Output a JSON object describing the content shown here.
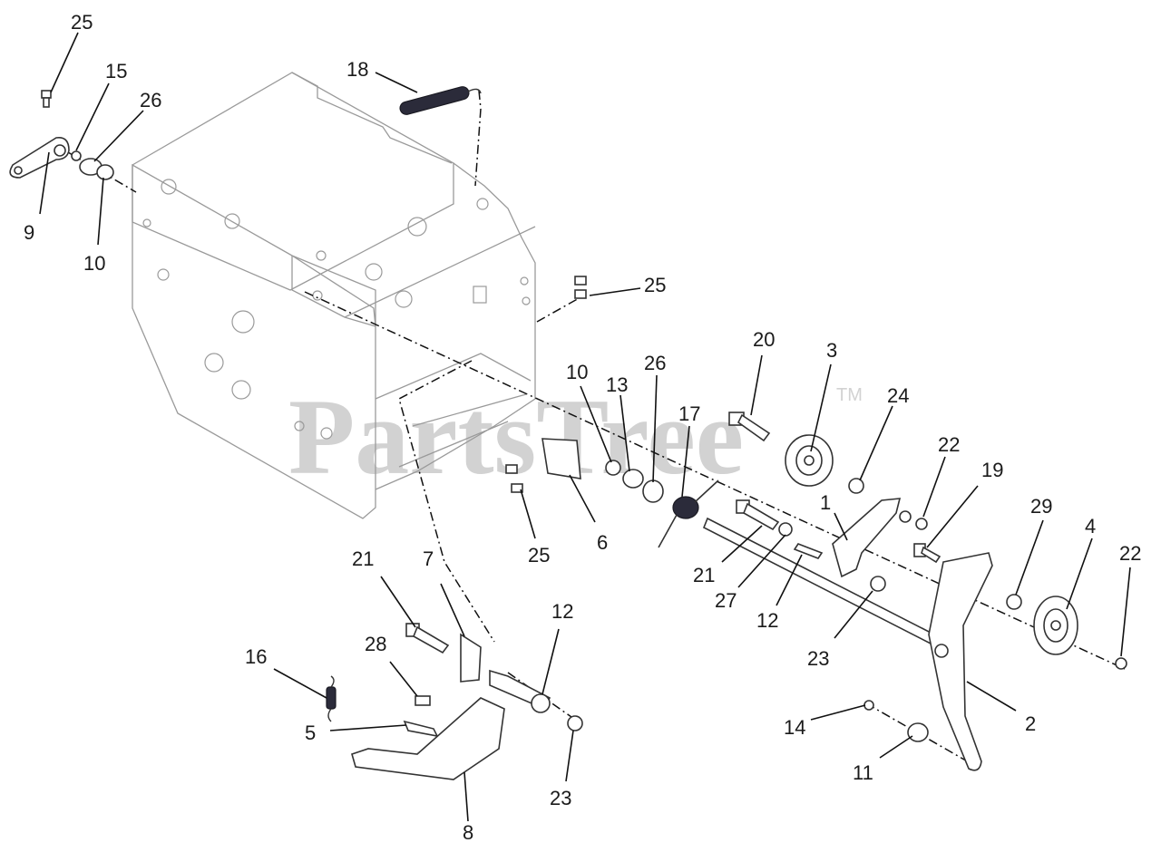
{
  "watermark": {
    "text": "PartsTree",
    "trademark": "TM"
  },
  "callouts": [
    {
      "id": "c25a",
      "text": "25"
    },
    {
      "id": "c15",
      "text": "15"
    },
    {
      "id": "c26a",
      "text": "26"
    },
    {
      "id": "c9",
      "text": "9"
    },
    {
      "id": "c10a",
      "text": "10"
    },
    {
      "id": "c18",
      "text": "18"
    },
    {
      "id": "c25b",
      "text": "25"
    },
    {
      "id": "c20",
      "text": "20"
    },
    {
      "id": "c3",
      "text": "3"
    },
    {
      "id": "c24",
      "text": "24"
    },
    {
      "id": "c10b",
      "text": "10"
    },
    {
      "id": "c13",
      "text": "13"
    },
    {
      "id": "c26b",
      "text": "26"
    },
    {
      "id": "c17",
      "text": "17"
    },
    {
      "id": "c22a",
      "text": "22"
    },
    {
      "id": "c19",
      "text": "19"
    },
    {
      "id": "c1",
      "text": "1"
    },
    {
      "id": "c29",
      "text": "29"
    },
    {
      "id": "c4",
      "text": "4"
    },
    {
      "id": "c22b",
      "text": "22"
    },
    {
      "id": "c6",
      "text": "6"
    },
    {
      "id": "c25c",
      "text": "25"
    },
    {
      "id": "c21a",
      "text": "21"
    },
    {
      "id": "c27",
      "text": "27"
    },
    {
      "id": "c12a",
      "text": "12"
    },
    {
      "id": "c23a",
      "text": "23"
    },
    {
      "id": "c2",
      "text": "2"
    },
    {
      "id": "c14",
      "text": "14"
    },
    {
      "id": "c11",
      "text": "11"
    },
    {
      "id": "c21b",
      "text": "21"
    },
    {
      "id": "c7",
      "text": "7"
    },
    {
      "id": "c12b",
      "text": "12"
    },
    {
      "id": "c28",
      "text": "28"
    },
    {
      "id": "c16",
      "text": "16"
    },
    {
      "id": "c5",
      "text": "5"
    },
    {
      "id": "c23b",
      "text": "23"
    },
    {
      "id": "c8",
      "text": "8"
    }
  ]
}
